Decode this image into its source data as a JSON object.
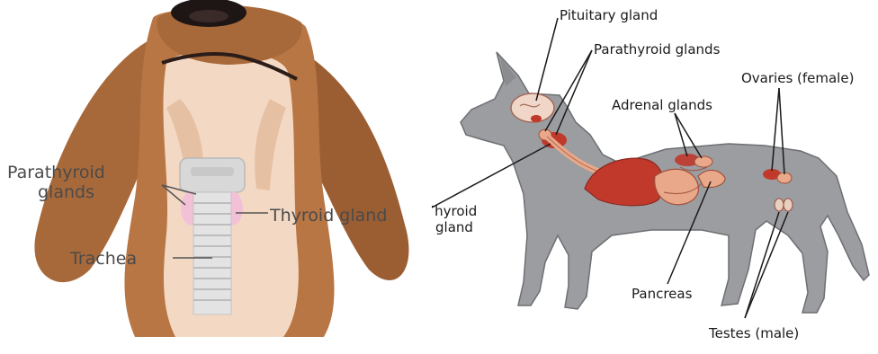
{
  "left_diagram": {
    "labels": {
      "parathyroid_line1": "Parathyroid",
      "parathyroid_line2": "glands",
      "thyroid": "Thyroid gland",
      "trachea": "Trachea"
    },
    "colors": {
      "fur_brown": "#a8693a",
      "throat_cream": "#f3d9c4",
      "nose": "#1e1615",
      "trachea": "#dcdcdc",
      "gland_pink": "#f2c0d8"
    }
  },
  "right_diagram": {
    "labels": {
      "pituitary": "Pituitary gland",
      "parathyroid": "Parathyroid glands",
      "adrenal": "Adrenal glands",
      "ovaries": "Ovaries (female)",
      "thyroid_line1": "Thyroid",
      "thyroid_line2": "gland",
      "pancreas": "Pancreas",
      "testes": "Testes (male)"
    },
    "colors": {
      "dog_body": "#9b9da1",
      "organ_red": "#c0392b",
      "organ_peach": "#e8a889"
    }
  }
}
